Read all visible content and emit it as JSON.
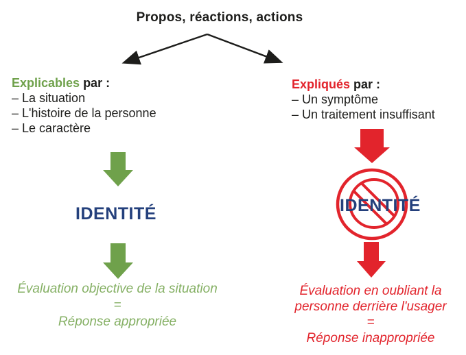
{
  "title": "Propos, réactions, actions",
  "left_branch": {
    "heading": {
      "highlight": "Explicables",
      "rest": " par :"
    },
    "items": [
      "– La situation",
      "– L'histoire de la personne",
      "– Le caractère"
    ],
    "identity": "IDENTITÉ",
    "conclusion": [
      "Évaluation objective de la situation",
      "=",
      "Réponse appropriée"
    ]
  },
  "right_branch": {
    "heading": {
      "highlight": "Expliqués",
      "rest": " par :"
    },
    "items": [
      "– Un symptôme",
      "– Un traitement insuffisant"
    ],
    "identity": "IDENTITÉ",
    "conclusion": [
      "Évaluation en oubliant la",
      "personne derrière l'usager",
      "=",
      "Réponse inappropriée"
    ]
  },
  "icons": {
    "branch_split": "fork-arrows",
    "left_flow": "green-block-down-arrow",
    "right_flow": "red-block-down-arrow",
    "identity_blocked": "prohibition-circle"
  },
  "colors": {
    "ink": "#1d1d1b",
    "green": "#6fa14b",
    "green_soft": "#85b064",
    "red": "#e2242c",
    "navy": "#24407c"
  }
}
